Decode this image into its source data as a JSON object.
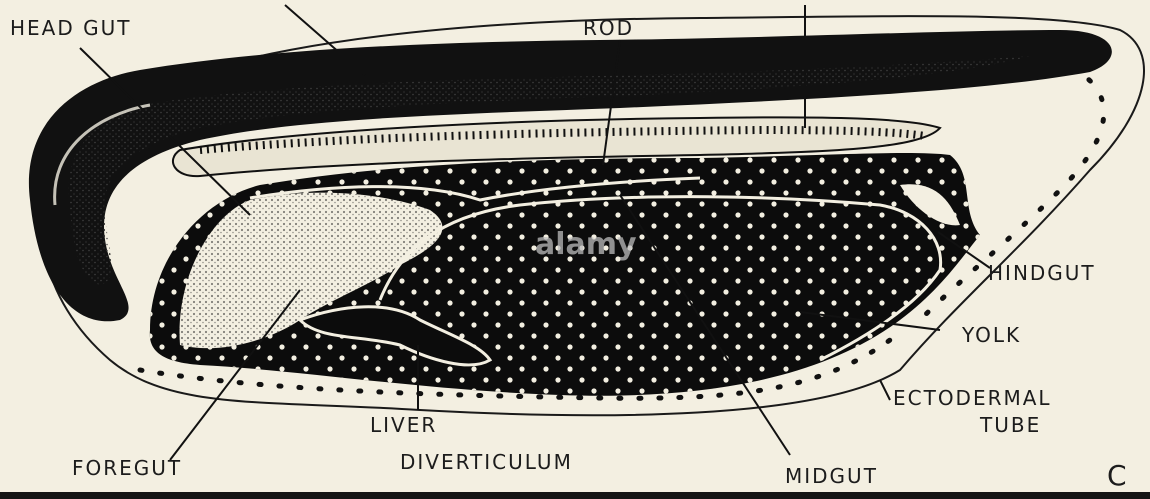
{
  "labels": {
    "head_gut": "HEAD GUT",
    "dorsal_rod": "ROD",
    "hindgut": "HINDGUT",
    "yolk": "YOLK",
    "ectodermal": "ECTODERMAL",
    "tube": "TUBE",
    "liver": "LIVER",
    "diverticulum": "DIVERTICULUM",
    "foregut": "FOREGUT",
    "midgut": "MIDGUT",
    "panel_letter": "C"
  },
  "watermark": {
    "text": "alamy"
  },
  "colors": {
    "paper": "#f3efe1",
    "ink": "#111111",
    "dot": "#f3efe1"
  }
}
